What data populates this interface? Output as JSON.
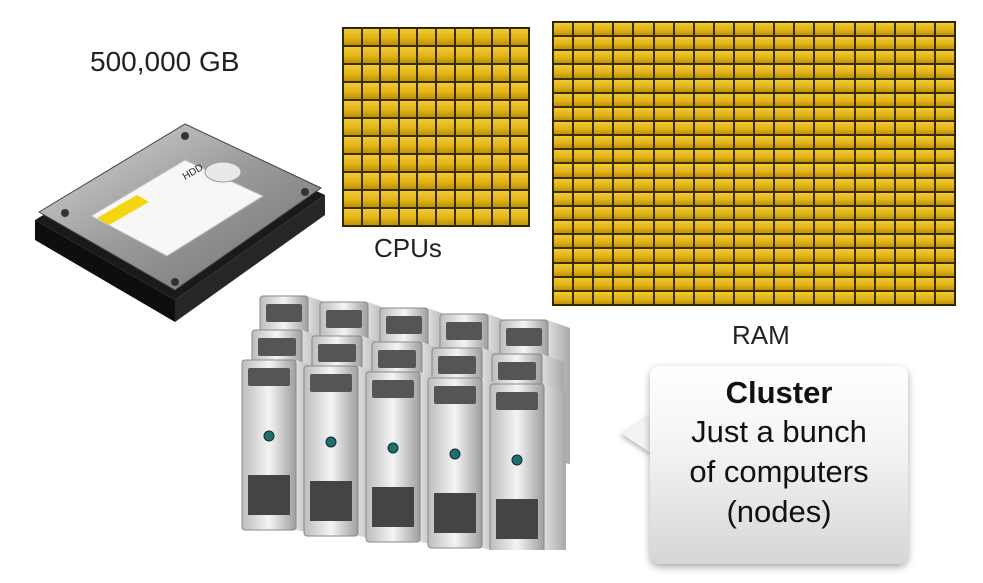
{
  "storage": {
    "capacity_label": "500,000 GB",
    "icon": "hard-drive-icon",
    "icon_text": "HDD"
  },
  "cpus": {
    "label": "CPUs",
    "rows": 11,
    "cols": 10
  },
  "ram": {
    "label": "RAM",
    "rows": 20,
    "cols": 20
  },
  "cluster": {
    "title": "Cluster",
    "lines": [
      "Just a bunch",
      "of computers",
      "(nodes)"
    ],
    "icon": "server-towers-icon"
  },
  "colors": {
    "chip_gold": "#e1b417",
    "chip_border": "#3a2e00"
  }
}
